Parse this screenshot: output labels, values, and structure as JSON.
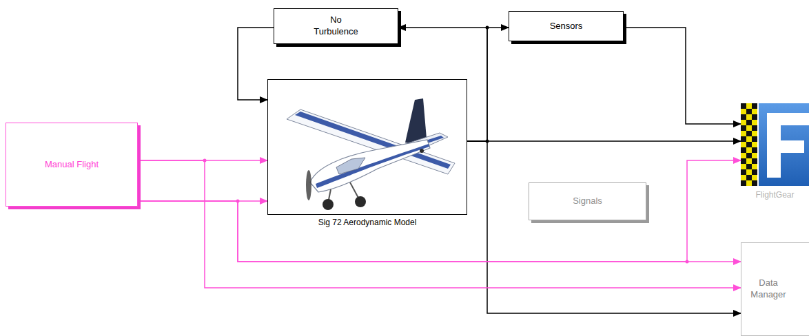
{
  "diagram": {
    "nodes": [
      {
        "text": [
          "No Turbulence"
        ]
      },
      {
        "text": [
          "Sensors"
        ]
      },
      {
        "text": [
          "Manual Flight"
        ]
      },
      {
        "text": [
          "Sig 72 Aerodynamic Model"
        ]
      },
      {
        "text": [
          "FlightGear"
        ]
      },
      {
        "text": [
          "Signals"
        ]
      },
      {
        "text": [
          "Data Manager"
        ]
      }
    ],
    "edges": [
      {
        "from": 0,
        "to": 3,
        "arrow": "to"
      },
      {
        "from": 3,
        "to": 0,
        "arrow": "to"
      },
      {
        "from": 3,
        "to": 1,
        "arrow": "to"
      },
      {
        "from": 3,
        "to": 4,
        "arrow": "to"
      },
      {
        "from": 3,
        "to": 6,
        "arrow": "to"
      },
      {
        "from": 1,
        "to": 4,
        "arrow": "to"
      },
      {
        "from": 2,
        "to": 3,
        "arrow": "to"
      },
      {
        "from": 2,
        "to": 3,
        "arrow": "to"
      },
      {
        "from": 2,
        "to": 6,
        "arrow": "to"
      },
      {
        "from": 2,
        "to": 6,
        "arrow": "to"
      },
      {
        "from": 2,
        "to": 4,
        "arrow": "to"
      }
    ]
  }
}
